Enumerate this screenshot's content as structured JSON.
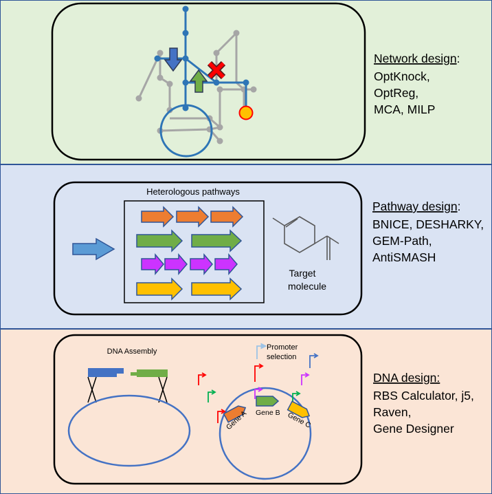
{
  "colors": {
    "panel1": "#e2f0d9",
    "panel2": "#dae3f3",
    "panel3": "#fbe5d6",
    "border": "#2f5597",
    "network_blue": "#2e75b6",
    "network_gray": "#a6a6a6",
    "orange": "#ed7d31",
    "green": "#70ad47",
    "purple": "#cc33ff",
    "yellow": "#ffc000",
    "light_blue": "#5b9bd5",
    "red": "#ff0000",
    "dna_blue": "#4472c4"
  },
  "network": {
    "title": "Network design",
    "colon": ":",
    "methods": [
      "OptKnock,",
      "OptReg,",
      "MCA, MILP"
    ]
  },
  "pathway": {
    "box_label": "Heterologous pathways",
    "target_line1": "Target",
    "target_line2": "molecule",
    "title": "Pathway design",
    "colon": ":",
    "methods": [
      "BNICE, DESHARKY,",
      "GEM-Path,",
      "AntiSMASH"
    ]
  },
  "dna": {
    "assembly_label": "DNA Assembly",
    "promoter_line1": "Promoter",
    "promoter_line2": "selection",
    "gene_a": "Gene A",
    "gene_b": "Gene B",
    "gene_c": "Gene C",
    "title": "DNA design:",
    "methods": [
      "RBS Calculator, j5,",
      "Raven,",
      "Gene Designer"
    ]
  }
}
